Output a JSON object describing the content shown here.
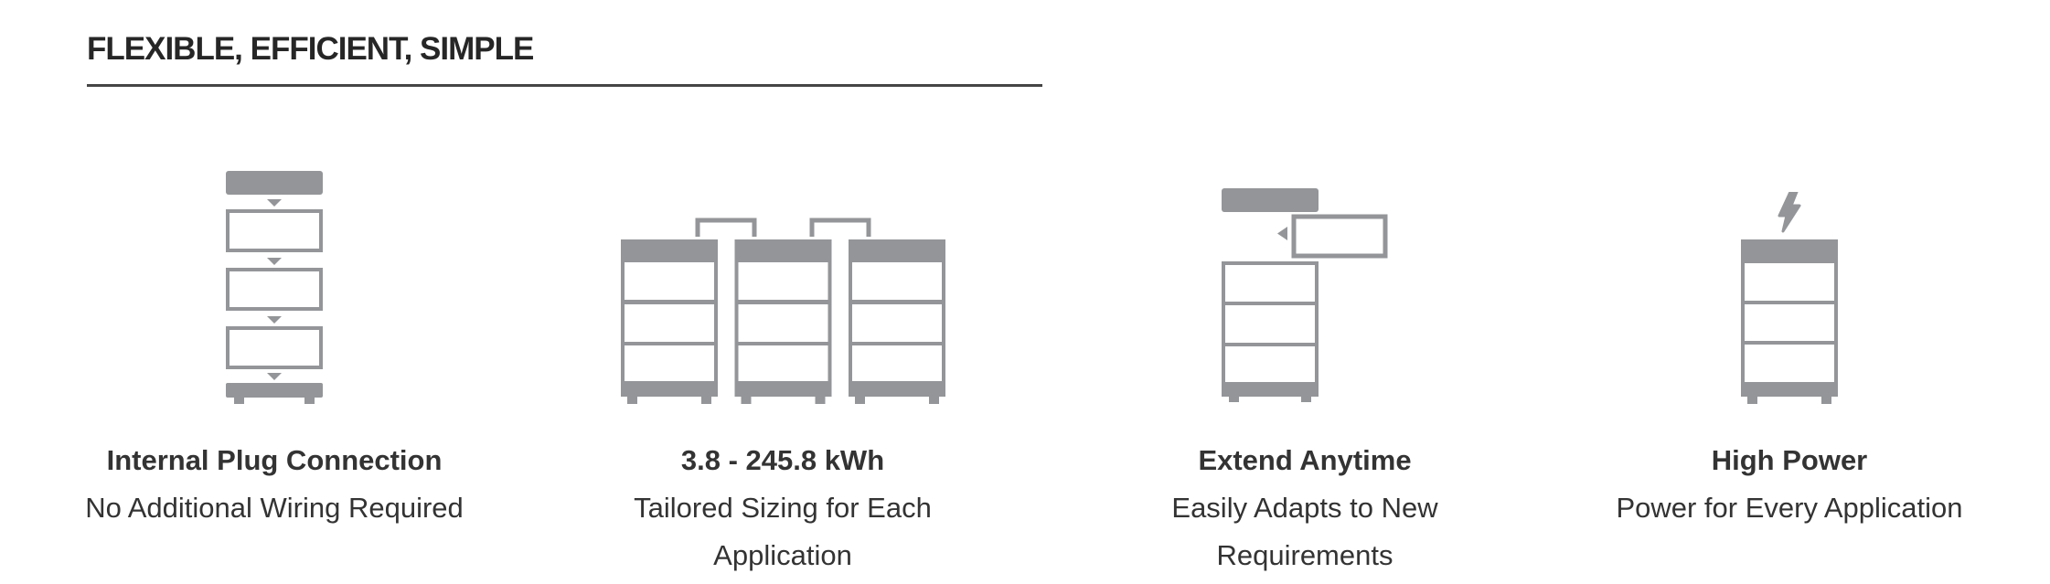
{
  "header": {
    "title": "FLEXIBLE, EFFICIENT, SIMPLE"
  },
  "features": [
    {
      "icon": "stacked-modules-plug-icon",
      "title": "Internal Plug Connection",
      "subtitle": "No Additional Wiring Required"
    },
    {
      "icon": "three-battery-towers-icon",
      "title": "3.8 - 245.8 kWh",
      "subtitle": "Tailored Sizing for Each Application"
    },
    {
      "icon": "tower-add-module-icon",
      "title": "Extend Anytime",
      "subtitle": "Easily Adapts to New Requirements"
    },
    {
      "icon": "lightning-tower-icon",
      "title": "High Power",
      "subtitle": "Power for Every Application"
    }
  ],
  "colors": {
    "icon_gray": "#939598",
    "heading_text": "#262626",
    "body_text": "#333333",
    "rule": "#454545",
    "background": "#ffffff"
  }
}
